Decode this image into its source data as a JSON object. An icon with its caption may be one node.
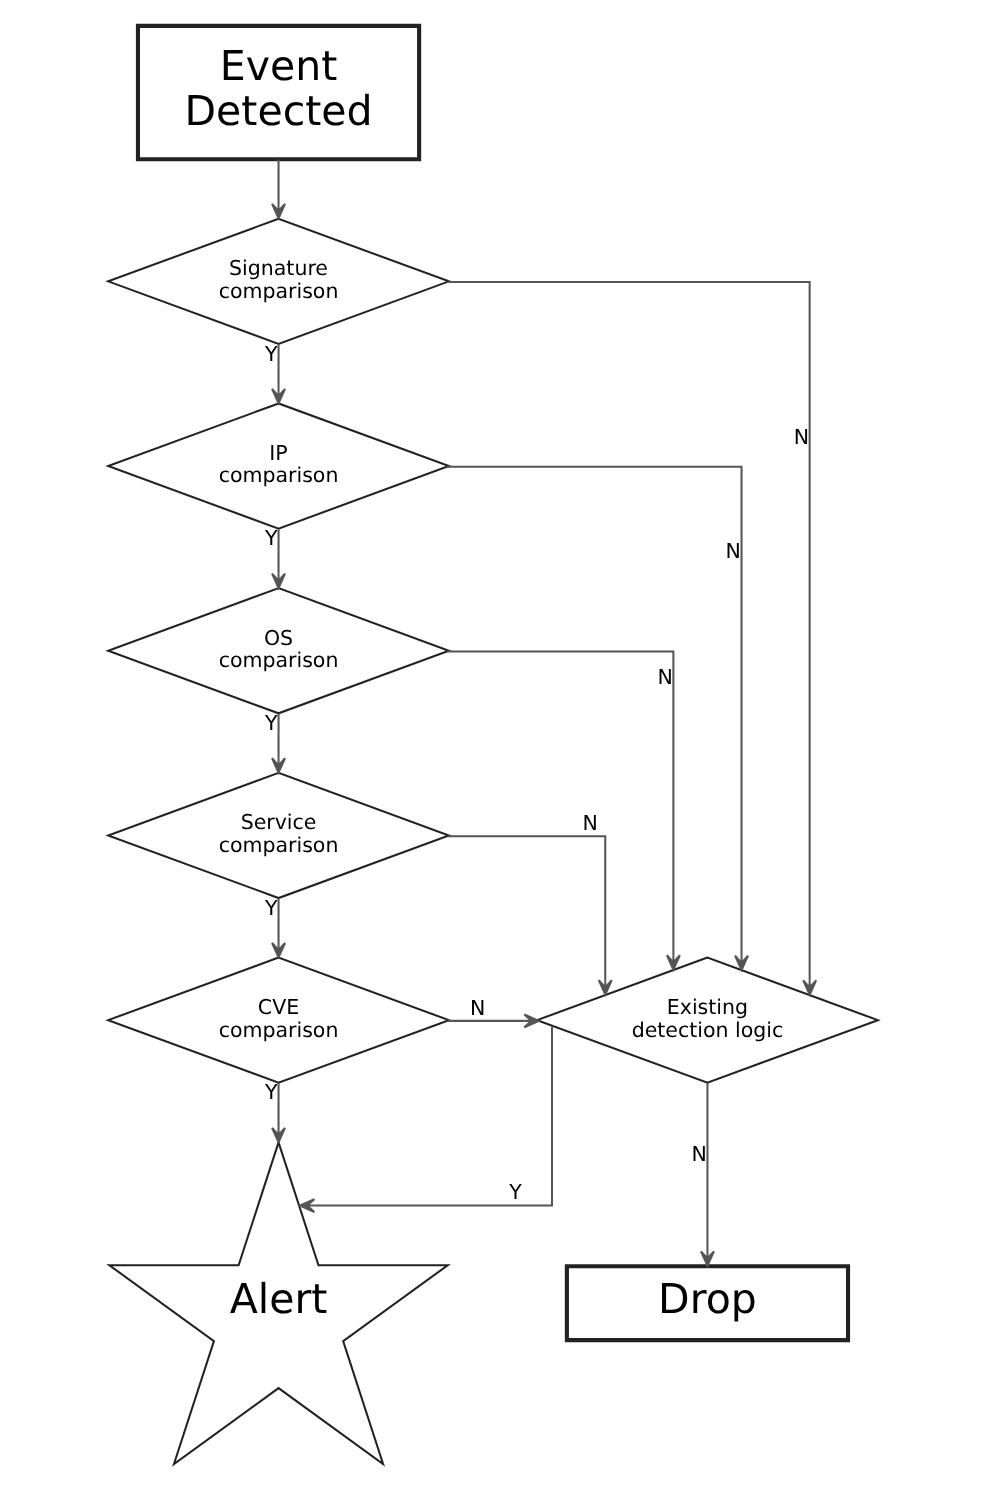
{
  "diagram": {
    "nodes": [
      {
        "text": [
          "Event Detected"
        ]
      },
      {
        "text": [
          "Signature comparison"
        ]
      },
      {
        "text": [
          "IP comparison"
        ]
      },
      {
        "text": [
          "OS comparison"
        ]
      },
      {
        "text": [
          "Service comparison"
        ]
      },
      {
        "text": [
          "CVE comparison"
        ]
      },
      {
        "text": [
          "Existing detection logic"
        ]
      },
      {
        "text": [
          "Alert"
        ]
      },
      {
        "text": [
          "Drop"
        ]
      }
    ],
    "edges": [
      {
        "from": 0,
        "to": 1,
        "arrow": "to"
      },
      {
        "from": 1,
        "to": 2,
        "arrow": "to",
        "label": "Y"
      },
      {
        "from": 1,
        "to": 6,
        "arrow": "to",
        "label": "N"
      },
      {
        "from": 2,
        "to": 3,
        "arrow": "to",
        "label": "Y"
      },
      {
        "from": 2,
        "to": 6,
        "arrow": "to",
        "label": "N"
      },
      {
        "from": 3,
        "to": 4,
        "arrow": "to",
        "label": "Y"
      },
      {
        "from": 3,
        "to": 6,
        "arrow": "to",
        "label": "N"
      },
      {
        "from": 4,
        "to": 5,
        "arrow": "to",
        "label": "Y"
      },
      {
        "from": 4,
        "to": 6,
        "arrow": "to",
        "label": "N"
      },
      {
        "from": 5,
        "to": 7,
        "arrow": "to",
        "label": "Y"
      },
      {
        "from": 5,
        "to": 6,
        "arrow": "to",
        "label": "N"
      },
      {
        "from": 6,
        "to": 7,
        "arrow": "to",
        "label": "Y"
      },
      {
        "from": 6,
        "to": 8,
        "arrow": "to",
        "label": "N"
      }
    ]
  }
}
